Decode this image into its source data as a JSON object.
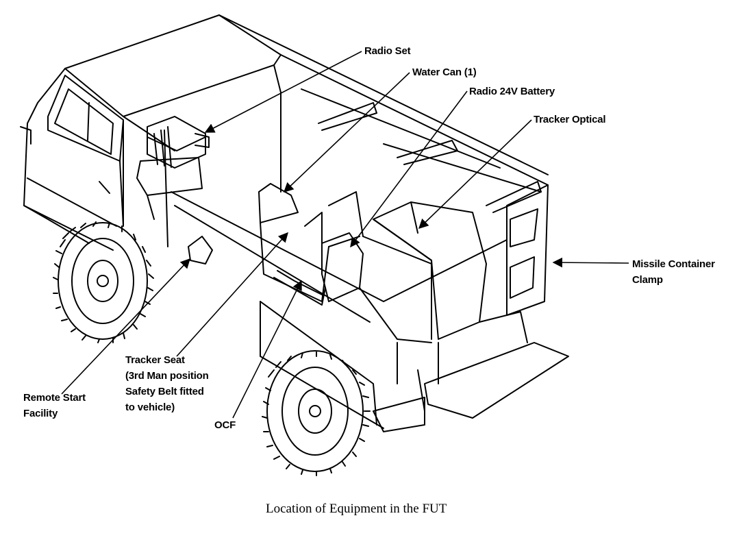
{
  "caption": "Location of Equipment in the FUT",
  "labels": {
    "radio_set": "Radio Set",
    "water_can": "Water Can (1)",
    "radio_battery": "Radio 24V Battery",
    "tracker_optical": "Tracker Optical",
    "missile_clamp_1": "Missile Container",
    "missile_clamp_2": "Clamp",
    "tracker_seat_1": "Tracker Seat",
    "tracker_seat_2": "(3rd Man position",
    "tracker_seat_3": "Safety Belt fitted",
    "tracker_seat_4": "to vehicle)",
    "remote_start_1": "Remote Start",
    "remote_start_2": "Facility",
    "ocf": "OCF"
  },
  "colors": {
    "ink": "#000000",
    "paper": "#ffffff"
  }
}
